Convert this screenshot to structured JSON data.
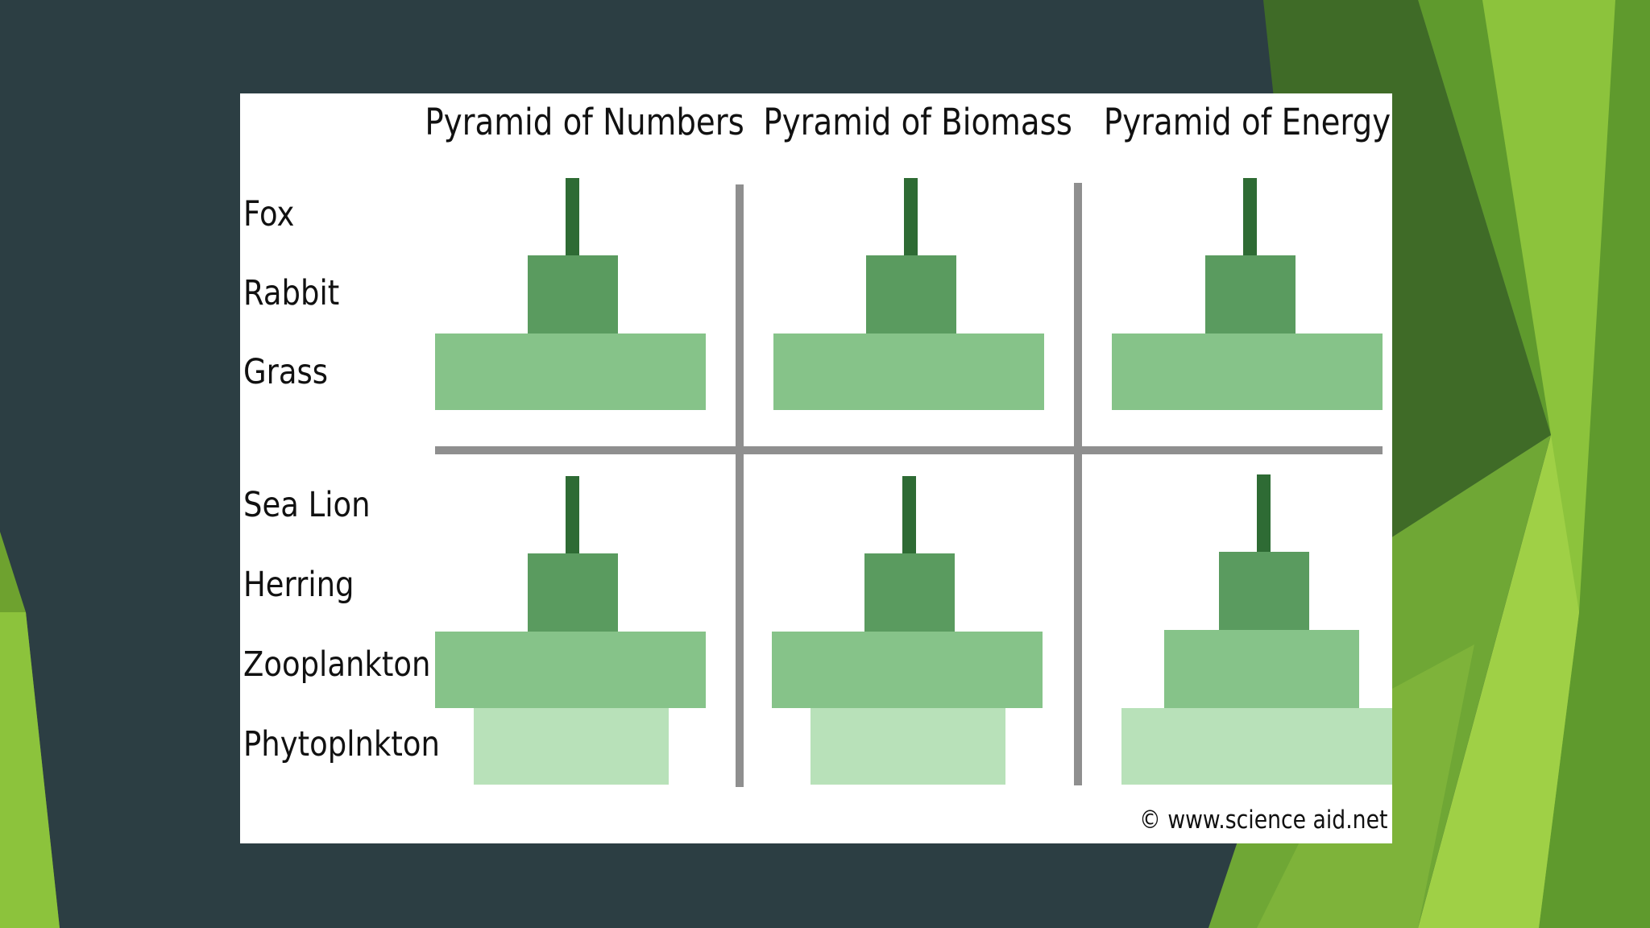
{
  "slide": {
    "theme_colors": {
      "dark": "#2c3e43",
      "accent_green": "#8dc63f"
    }
  },
  "diagram": {
    "titles": [
      "Pyramid of Numbers",
      "Pyramid of Biomass",
      "Pyramid of Energy"
    ],
    "land_chain": [
      "Fox",
      "Rabbit",
      "Grass"
    ],
    "marine_chain": [
      "Sea Lion",
      "Herring",
      "Zooplankton",
      "Phytoplnkton"
    ],
    "credit": "© www.science aid.net",
    "level_colors": [
      "#2e6b34",
      "#5a9b5f",
      "#86c389",
      "#b8e1b9"
    ]
  }
}
